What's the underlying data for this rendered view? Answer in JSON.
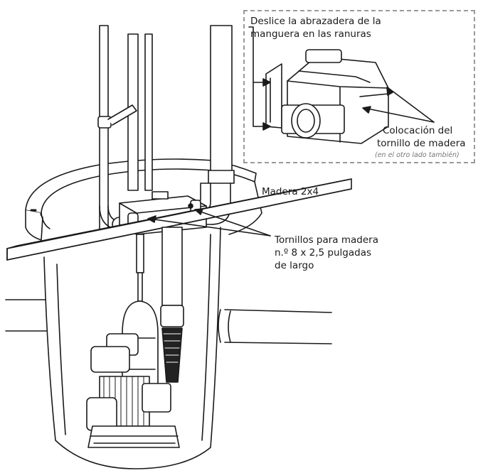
{
  "inset": {
    "slot_note_line1": "Deslice la abrazadera de la",
    "slot_note_line2": "manguera en las ranuras",
    "screw_place_line1": "Colocación del",
    "screw_place_line2": "tornillo de madera",
    "screw_place_note": "(en el otro lado también)"
  },
  "main": {
    "board_label": "Madera 2x4",
    "screws_line1": "Tornillos para madera",
    "screws_line2": "n.º 8 x 2,5 pulgadas",
    "screws_line3": "de largo"
  },
  "colors": {
    "line": "#1a1a1a",
    "dash": "#9a9a9a"
  }
}
